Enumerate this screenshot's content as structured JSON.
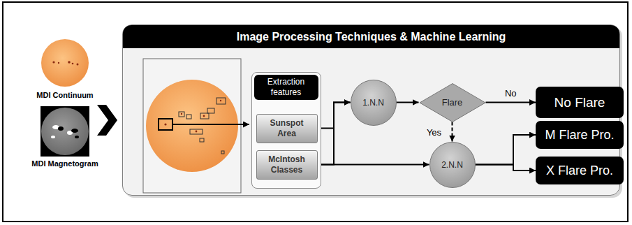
{
  "diagram": {
    "nodes": [
      {
        "text": [
          "Image Processing Techniques & Machine Learning"
        ]
      },
      {
        "text": [
          "Extraction features"
        ],
        "in": 0
      },
      {
        "text": [
          "Sunspot Area"
        ],
        "in": 1
      },
      {
        "text": [
          "McIntosh Classes"
        ],
        "in": 1
      },
      {
        "text": [
          "1.N.N"
        ],
        "in": 0
      },
      {
        "text": [
          "Flare"
        ],
        "in": 0
      },
      {
        "text": [
          "2.N.N"
        ],
        "in": 0
      },
      {
        "text": [
          "No Flare"
        ]
      },
      {
        "text": [
          "M Flare Pro."
        ]
      },
      {
        "text": [
          "X Flare Pro."
        ]
      }
    ],
    "edges": [
      {
        "from": 2,
        "to": 4,
        "arrow": "to"
      },
      {
        "from": 3,
        "to": 4,
        "arrow": "to"
      },
      {
        "from": 3,
        "to": 6,
        "arrow": "to"
      },
      {
        "from": 4,
        "to": 5,
        "arrow": "to"
      },
      {
        "from": 5,
        "to": 7,
        "label": "No",
        "arrow": "to"
      },
      {
        "from": 5,
        "to": 6,
        "label": "Yes",
        "arrow": "to"
      },
      {
        "from": 6,
        "to": 8,
        "arrow": "to"
      },
      {
        "from": 6,
        "to": 9,
        "arrow": "to"
      }
    ],
    "labels": [
      "MDI Continuum",
      "MDI Magnetogram"
    ]
  }
}
